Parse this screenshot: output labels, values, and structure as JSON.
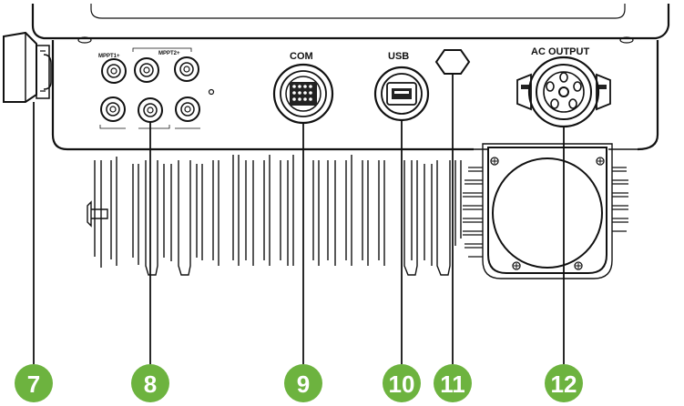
{
  "labels": {
    "mppt1": "MPPT1+",
    "mppt2": "MPPT2+",
    "com": "COM",
    "usb": "USB",
    "ac_output": "AC OUTPUT"
  },
  "callouts": [
    "7",
    "8",
    "9",
    "10",
    "11",
    "12"
  ],
  "colors": {
    "callout": "#6db33f",
    "line": "#111111",
    "background": "#ffffff"
  }
}
